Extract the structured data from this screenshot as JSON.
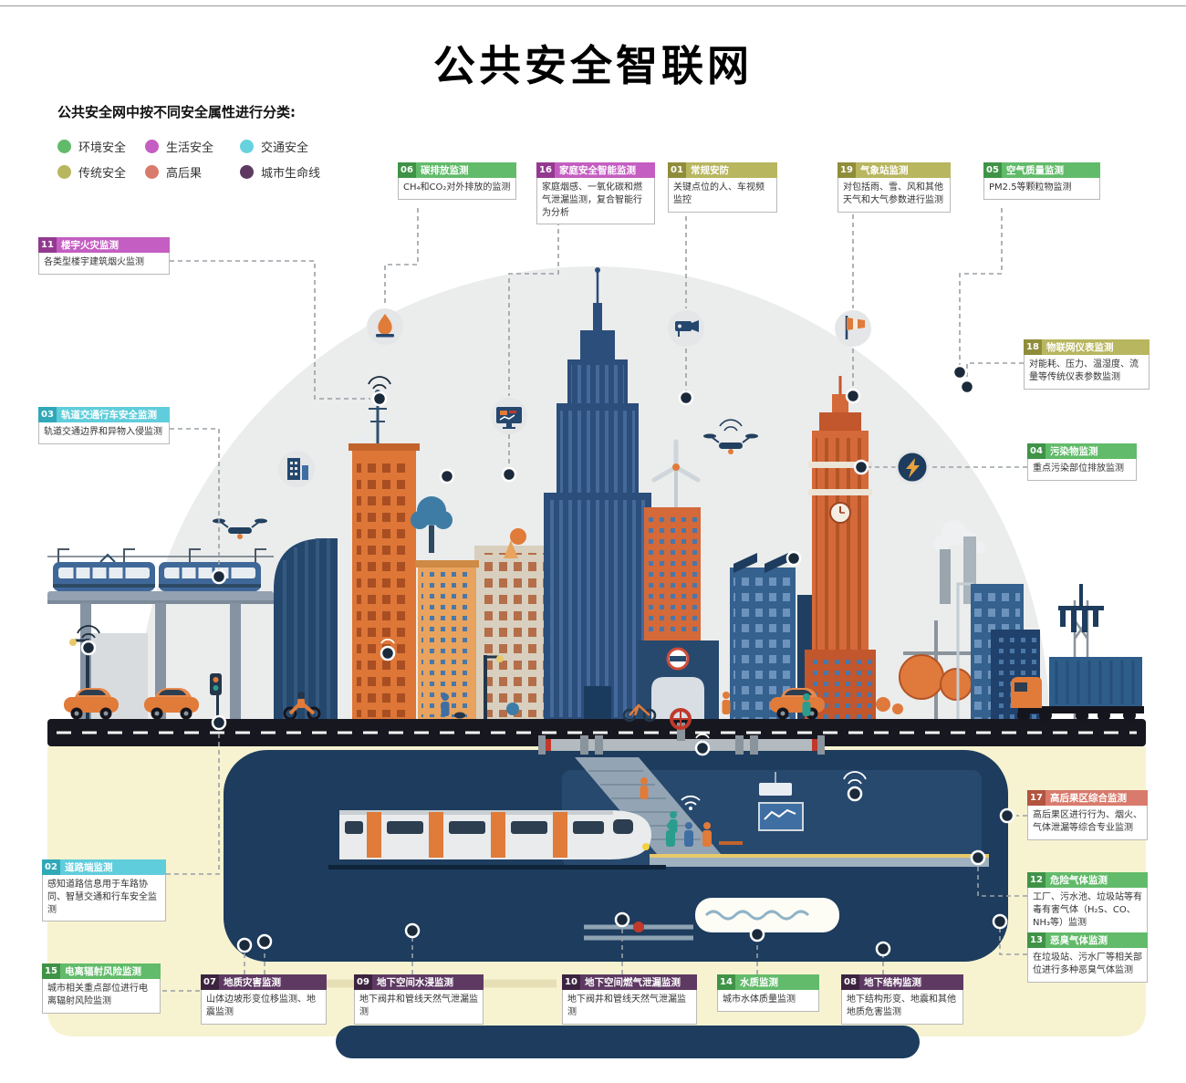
{
  "page": {
    "title": "公共安全智联网",
    "subtitle": "公共安全网中按不同安全属性进行分类:"
  },
  "legend": {
    "items": [
      {
        "label": "环境安全",
        "color": "#62bb6a"
      },
      {
        "label": "生活安全",
        "color": "#c45ec2"
      },
      {
        "label": "交通安全",
        "color": "#66d2de"
      },
      {
        "label": "传统安全",
        "color": "#b8b65f"
      },
      {
        "label": "高后果",
        "color": "#d87a6c"
      },
      {
        "label": "城市生命线",
        "color": "#5e3a63"
      }
    ]
  },
  "callouts": [
    {
      "num": "06",
      "title": "碳排放监测",
      "category": "环境安全",
      "desc": "CH₄和CO₂对外排放的监测"
    },
    {
      "num": "16",
      "title": "家庭安全智能监测",
      "category": "生活安全",
      "desc": "家庭烟感、一氧化碳和燃气泄漏监测，复合智能行为分析"
    },
    {
      "num": "01",
      "title": "常规安防",
      "category": "传统安全",
      "desc": "关键点位的人、车视频监控"
    },
    {
      "num": "19",
      "title": "气象站监测",
      "category": "传统安全",
      "desc": "对包括雨、雪、风和其他天气和大气参数进行监测"
    },
    {
      "num": "05",
      "title": "空气质量监测",
      "category": "环境安全",
      "desc": "PM2.5等颗粒物监测"
    },
    {
      "num": "11",
      "title": "楼宇火灾监测",
      "category": "生活安全",
      "desc": "各类型楼宇建筑烟火监测"
    },
    {
      "num": "18",
      "title": "物联网仪表监测",
      "category": "传统安全",
      "desc": "对能耗、压力、温湿度、流量等传统仪表参数监测"
    },
    {
      "num": "03",
      "title": "轨道交通行车安全监测",
      "category": "交通安全",
      "desc": "轨道交通边界和异物入侵监测"
    },
    {
      "num": "04",
      "title": "污染物监测",
      "category": "环境安全",
      "desc": "重点污染部位排放监测"
    },
    {
      "num": "17",
      "title": "高后果区综合监测",
      "category": "高后果",
      "desc": "高后果区进行行为、烟火、气体泄漏等综合专业监测"
    },
    {
      "num": "02",
      "title": "道路端监测",
      "category": "交通安全",
      "desc": "感知道路信息用于车路协同、智慧交通和行车安全监测"
    },
    {
      "num": "12",
      "title": "危险气体监测",
      "category": "环境安全",
      "desc": "工厂、污水池、垃圾站等有毒有害气体（H₂S、CO、NH₃等）监测"
    },
    {
      "num": "13",
      "title": "恶臭气体监测",
      "category": "环境安全",
      "desc": "在垃圾站、污水厂等相关部位进行多种恶臭气体监测"
    },
    {
      "num": "15",
      "title": "电离辐射风险监测",
      "category": "环境安全",
      "desc": "城市相关重点部位进行电离辐射风险监测"
    },
    {
      "num": "07",
      "title": "地质灾害监测",
      "category": "城市生命线",
      "desc": "山体边坡形变位移监测、地震监测"
    },
    {
      "num": "09",
      "title": "地下空间水浸监测",
      "category": "城市生命线",
      "desc": "地下阀井和管线天然气泄漏监测"
    },
    {
      "num": "10",
      "title": "地下空间燃气泄漏监测",
      "category": "城市生命线",
      "desc": "地下阀井和管线天然气泄漏监测"
    },
    {
      "num": "14",
      "title": "水质监测",
      "category": "环境安全",
      "desc": "城市水体质量监测"
    },
    {
      "num": "08",
      "title": "地下结构监测",
      "category": "城市生命线",
      "desc": "地下结构形变、地震和其他地质危害监测"
    }
  ],
  "colors": {
    "category_header": {
      "环境安全": "#62bb6a",
      "生活安全": "#c45ec2",
      "交通安全": "#5fcddb",
      "传统安全": "#b8b65f",
      "高后果": "#d87a6c",
      "城市生命线": "#5e3a63"
    },
    "illustration": {
      "dome": "#ebecec",
      "navy": "#1d3c5e",
      "building_blue": "#2b4e7b",
      "orange": "#e07b39",
      "rust": "#c2562d",
      "soil": "#f7f3d0",
      "road": "#17171f"
    }
  },
  "icons": {
    "fire-alarm-icon": "flame-in-circle",
    "camera-icon": "cctv-camera-in-circle",
    "windsock-icon": "windsock-in-circle",
    "monitor-icon": "screen-in-circle",
    "power-gauge-icon": "lightning-bolt-in-circle",
    "building-icon": "building-in-circle",
    "sensor-dot": "filled-circle-with-white-ring",
    "wifi-icon": "signal-arcs",
    "drone-icon": "quadcopter-silhouette"
  }
}
